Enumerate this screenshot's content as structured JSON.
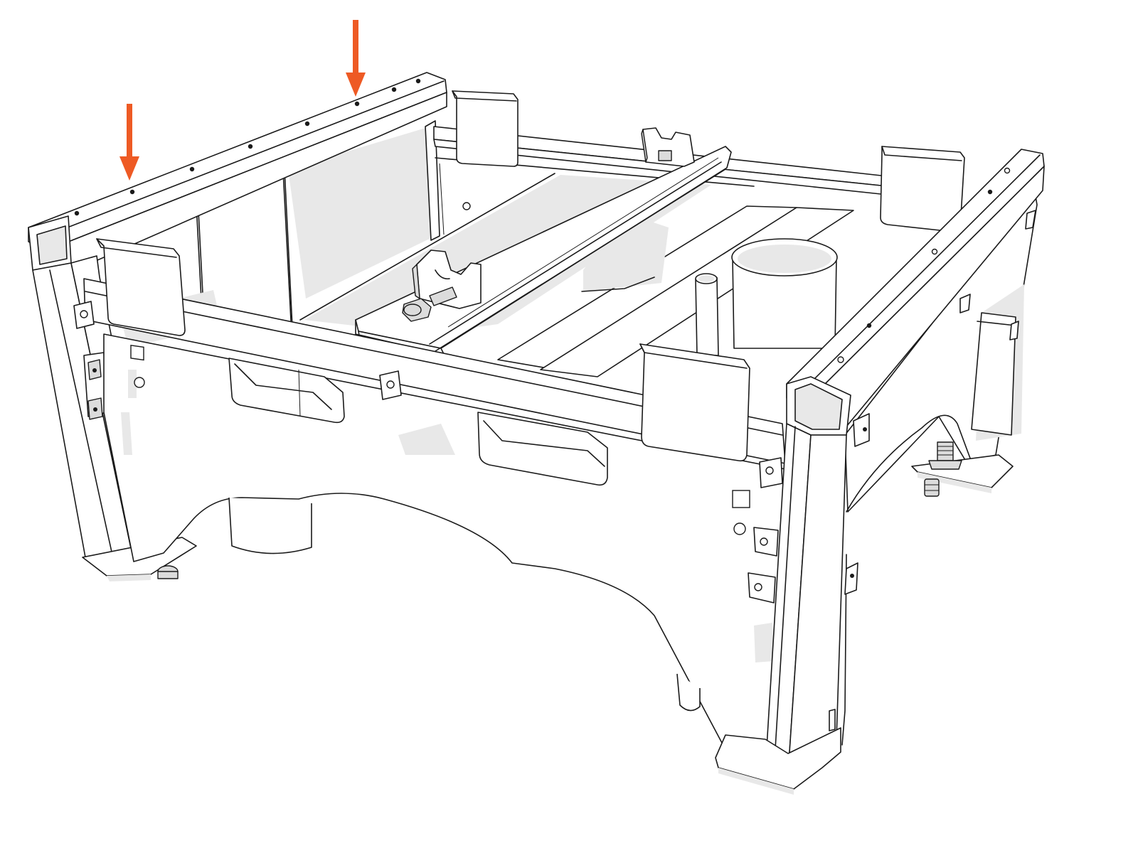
{
  "diagram": {
    "subject": "",
    "callouts": [
      {
        "id": "arrow-left",
        "kind": "down-arrow"
      },
      {
        "id": "arrow-right",
        "kind": "down-arrow"
      }
    ]
  },
  "colors": {
    "line": "#1a1a1a",
    "fill": "#ffffff",
    "shade": "#e8e8e8",
    "shade_dark": "#d9d9d9",
    "accent": "#ee5a24"
  }
}
